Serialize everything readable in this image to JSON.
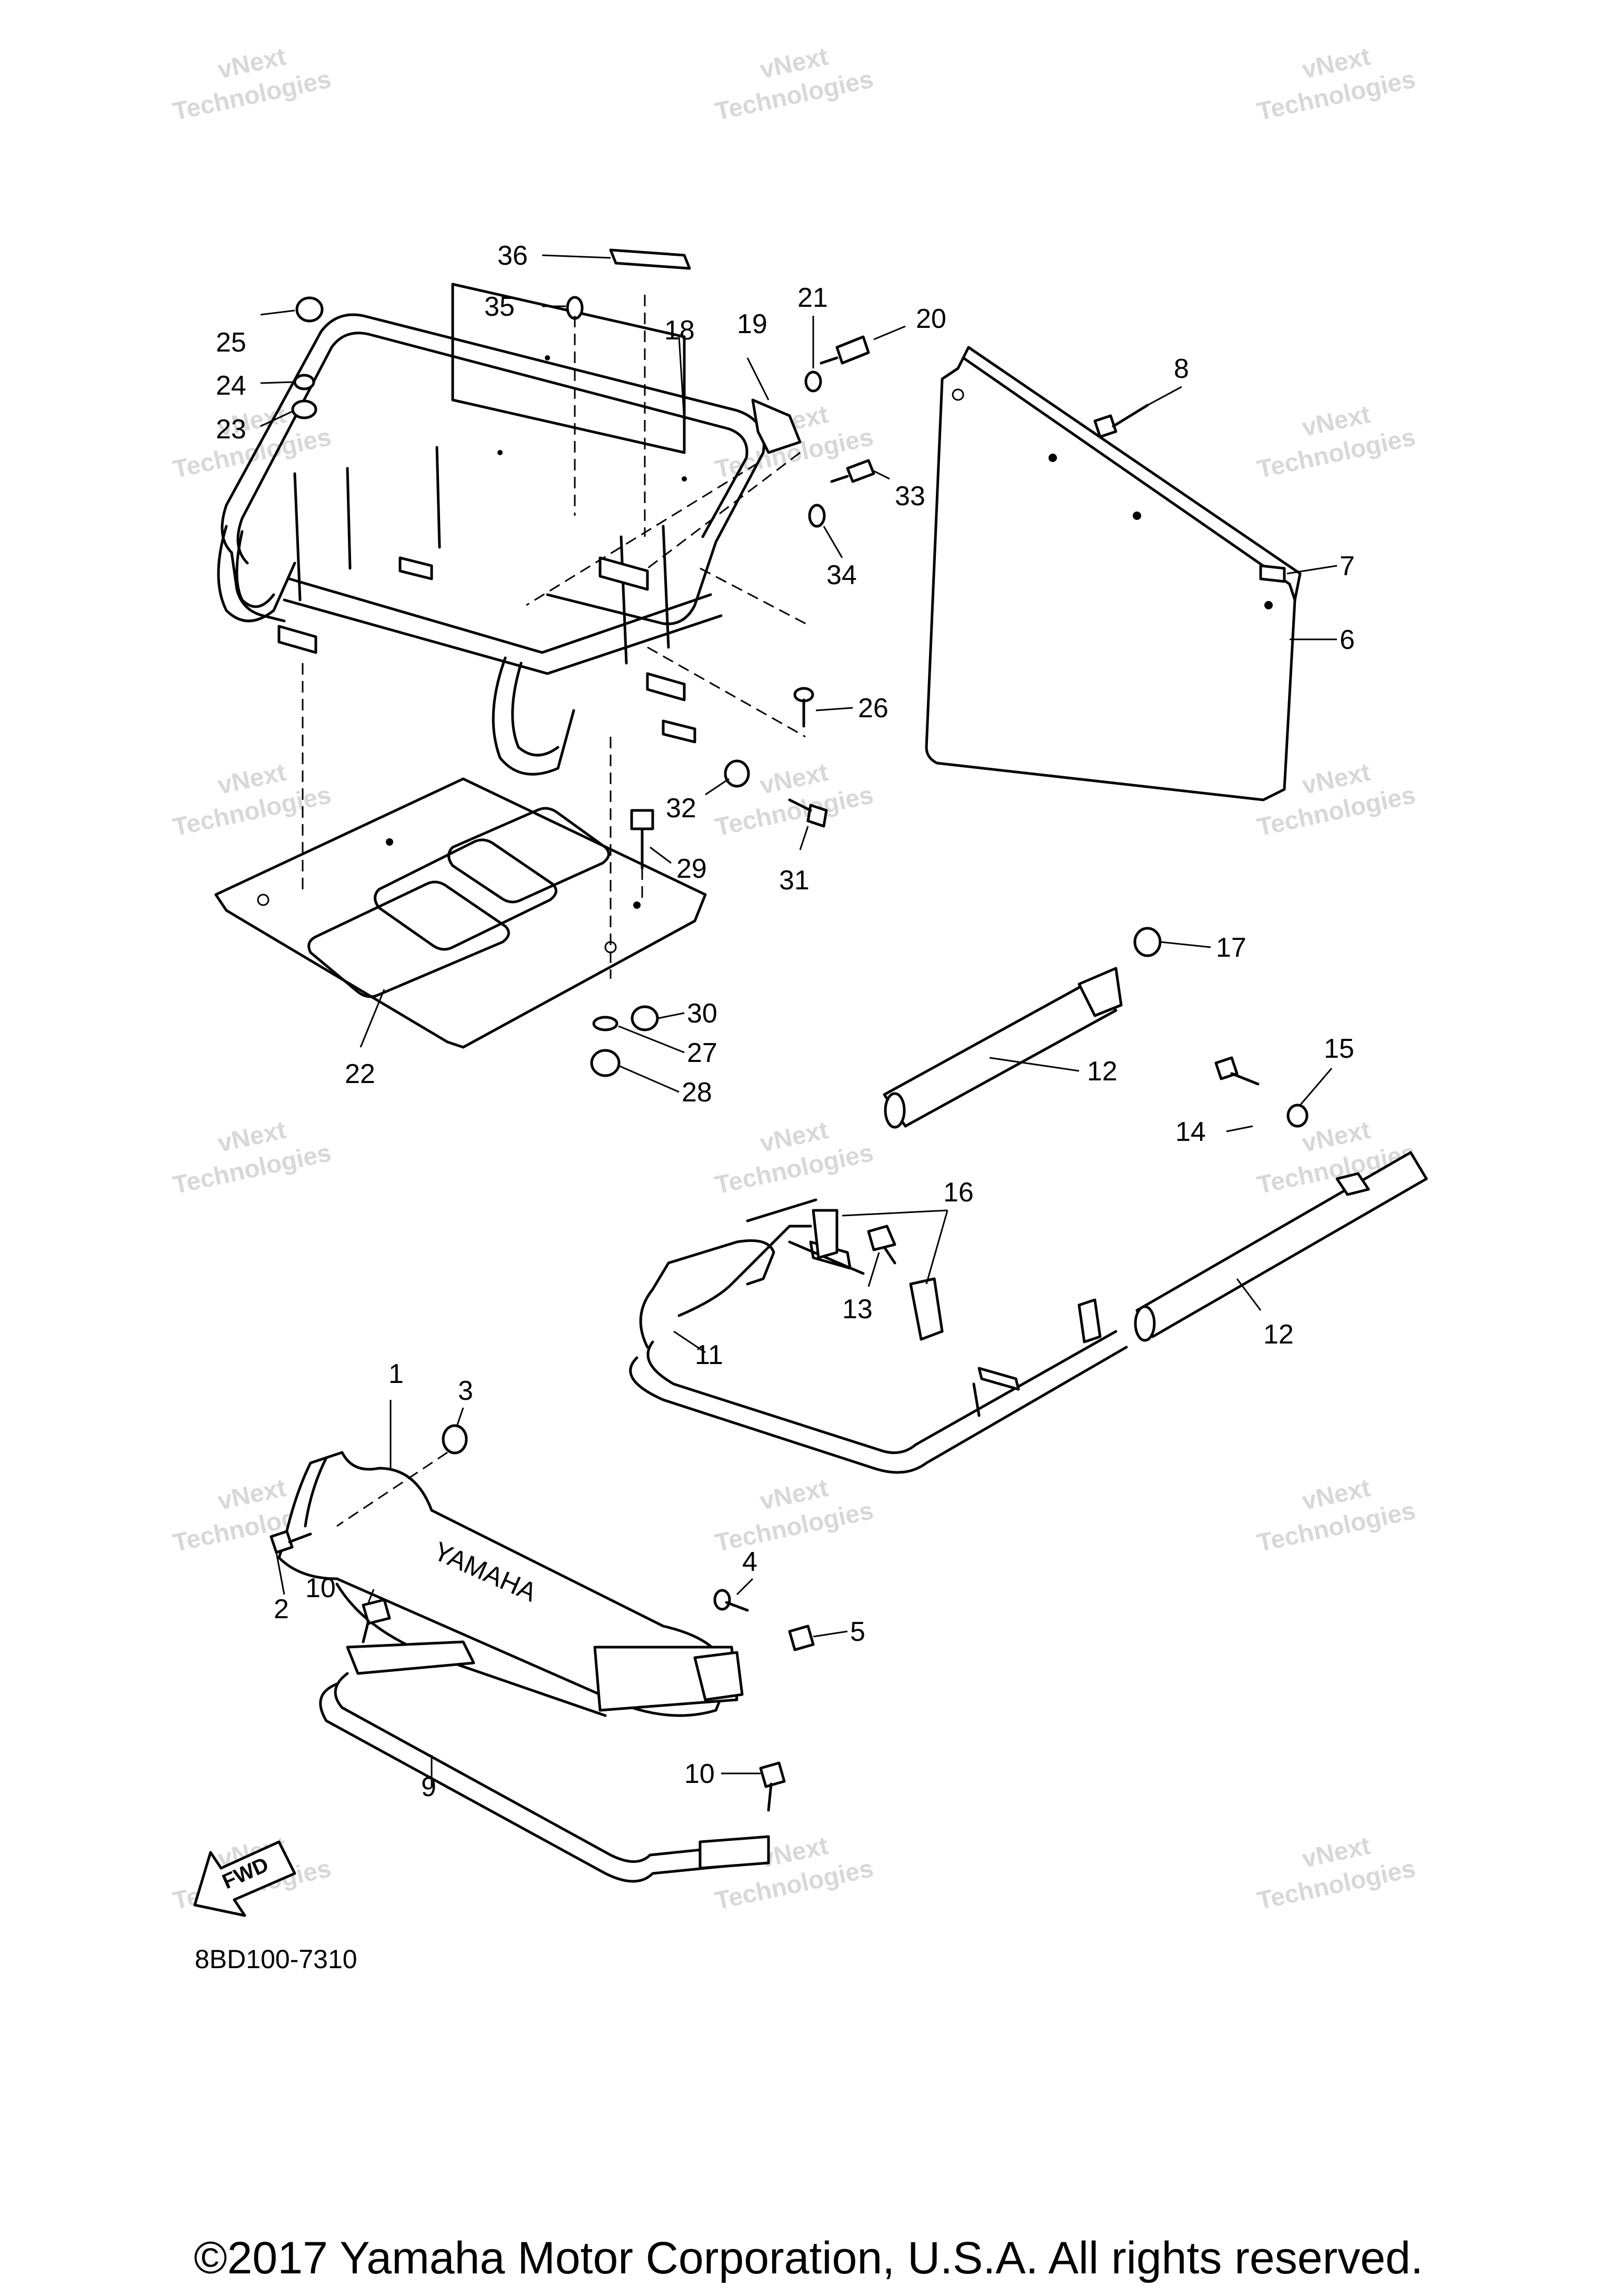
{
  "diagram": {
    "diagram_code": "8BD100-7310",
    "fwd_label": "FWD",
    "bumper_logo": "YAMAHA",
    "copyright": "©2017 Yamaha Motor Corporation, U.S.A. All rights reserved.",
    "watermark": [
      "vNext",
      "Technologies"
    ],
    "part_numbers": [
      "1",
      "2",
      "3",
      "4",
      "5",
      "6",
      "7",
      "8",
      "9",
      "10",
      "10",
      "11",
      "12",
      "12",
      "13",
      "14",
      "15",
      "16",
      "17",
      "18",
      "19",
      "20",
      "21",
      "22",
      "23",
      "24",
      "25",
      "26",
      "27",
      "28",
      "29",
      "30",
      "31",
      "32",
      "33",
      "34",
      "35",
      "36"
    ]
  }
}
